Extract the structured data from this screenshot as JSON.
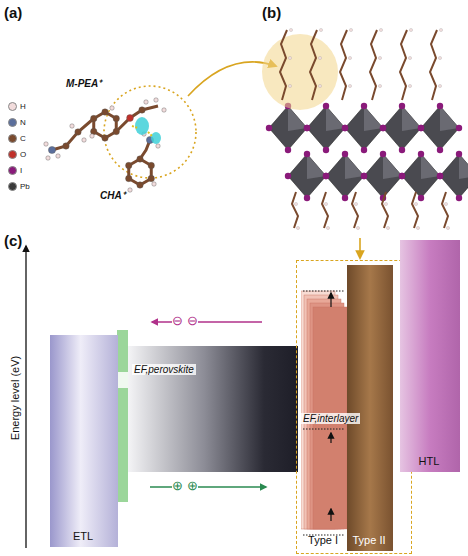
{
  "diagram": {
    "nodes": [
      {
        "text": [
          "ETL"
        ]
      },
      {
        "text": [
          "EF,perovskite"
        ]
      },
      {
        "text": [
          "EF,interlayer"
        ]
      },
      {
        "text": [
          "Type I"
        ],
        "in": 2
      },
      {
        "text": [
          "Type II"
        ],
        "in": 2
      },
      {
        "text": [
          "HTL"
        ]
      }
    ],
    "labels": [
      "(a)",
      "M-PEA⁺",
      "CHA⁺",
      "(b)",
      "(c)",
      "Energy level (eV)",
      "⊖ ⊖",
      "⊕ ⊕"
    ],
    "legend": [
      {
        "text": "H",
        "color": "#f2dcdc"
      },
      {
        "text": "N",
        "color": "#5b6f9c"
      },
      {
        "text": "C",
        "color": "#7a4a2e"
      },
      {
        "text": "O",
        "color": "#c0302a"
      },
      {
        "text": "I",
        "color": "#8a1a7a"
      },
      {
        "text": "Pb",
        "color": "#3a3a3a"
      }
    ]
  }
}
